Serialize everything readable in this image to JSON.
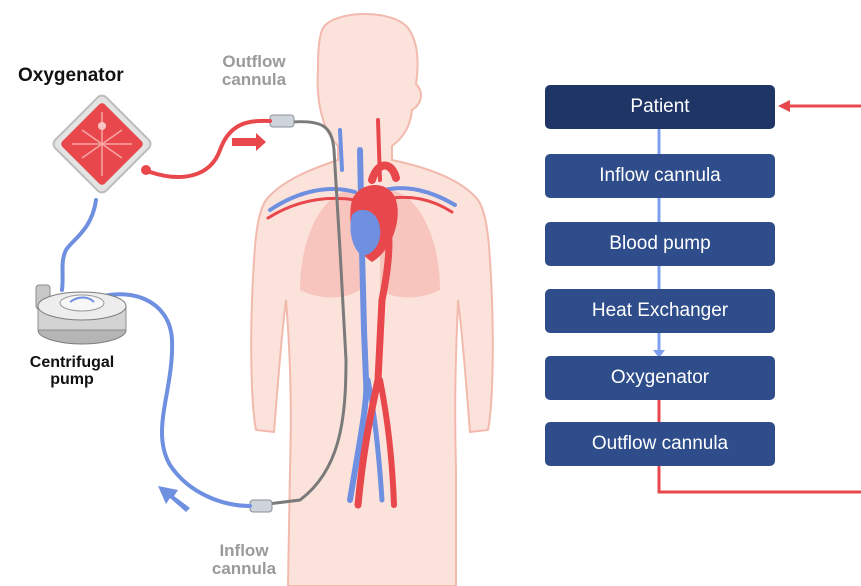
{
  "labels": {
    "oxygenator": "Oxygenator",
    "outflow_cannula": [
      "Outflow",
      "cannula"
    ],
    "centrifugal_pump": [
      "Centrifugal",
      "pump"
    ],
    "inflow_cannula": [
      "Inflow",
      "cannula"
    ]
  },
  "flowchart": {
    "steps": [
      "Patient",
      "Inflow cannula",
      "Blood pump",
      "Heat Exchanger",
      "Oxygenator",
      "Outflow cannula"
    ]
  },
  "colors": {
    "box_dark": "#1f3566",
    "box": "#2f4d8a",
    "arterial": "#e8474c",
    "venous": "#6f8fe0",
    "body_fill": "#fbe3dc",
    "body_outline": "#f2b9ad"
  }
}
